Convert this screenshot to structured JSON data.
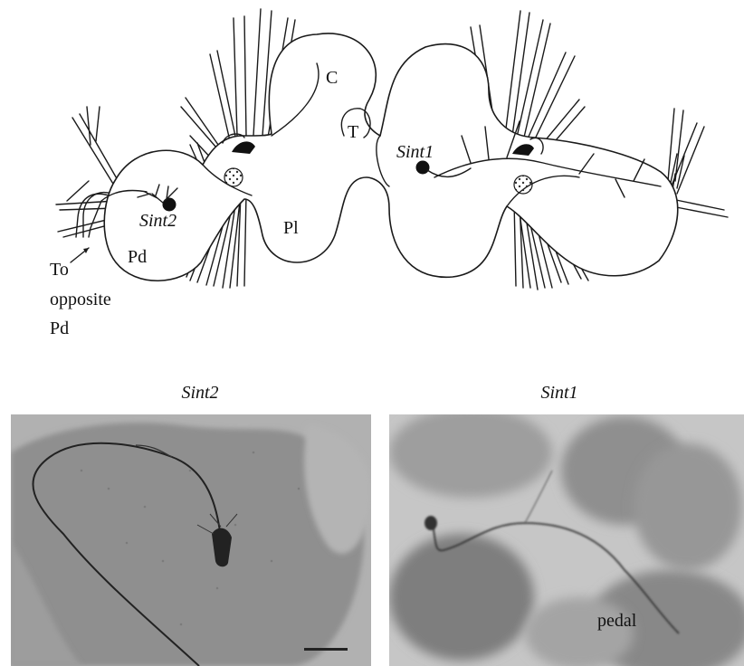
{
  "diagram": {
    "labels": {
      "cerebral": "C",
      "t": "T",
      "pleural": "Pl",
      "pedal": "Pd",
      "sint1": "Sint1",
      "sint2": "Sint2",
      "to": "To",
      "opposite": "opposite",
      "pd_bottom": "Pd"
    }
  },
  "micrographs": {
    "left_title": "Sint2",
    "right_title": "Sint1",
    "right_label": "pedal"
  },
  "colors": {
    "ink": "#1a1a1a",
    "tissue_gray": "#9b9b9b"
  }
}
